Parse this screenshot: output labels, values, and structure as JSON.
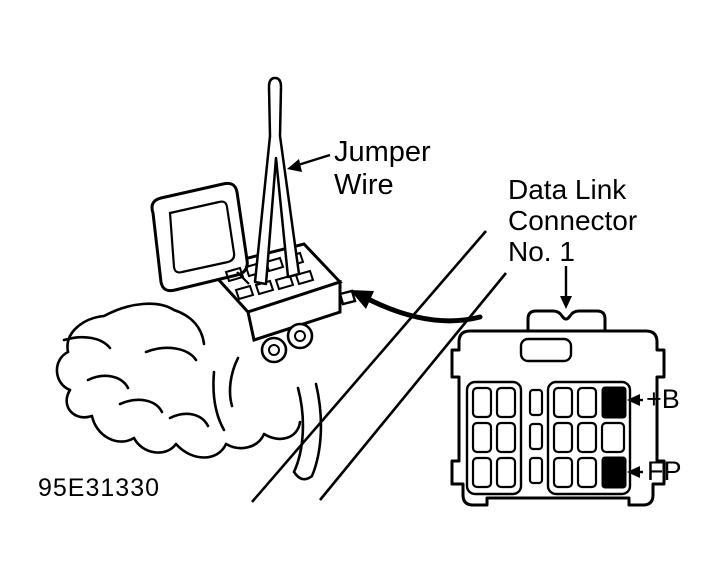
{
  "figure": {
    "code": "95E31330",
    "background_color": "#ffffff",
    "ink_color": "#000000"
  },
  "labels": {
    "jumper_wire": "Jumper\nWire",
    "data_link_connector": "Data Link\nConnector\nNo. 1",
    "pin_b": "+B",
    "pin_fp": "FP"
  },
  "pinout": {
    "connector_name": "Data Link Connector No. 1",
    "highlighted_pins": [
      "+B",
      "FP"
    ]
  }
}
